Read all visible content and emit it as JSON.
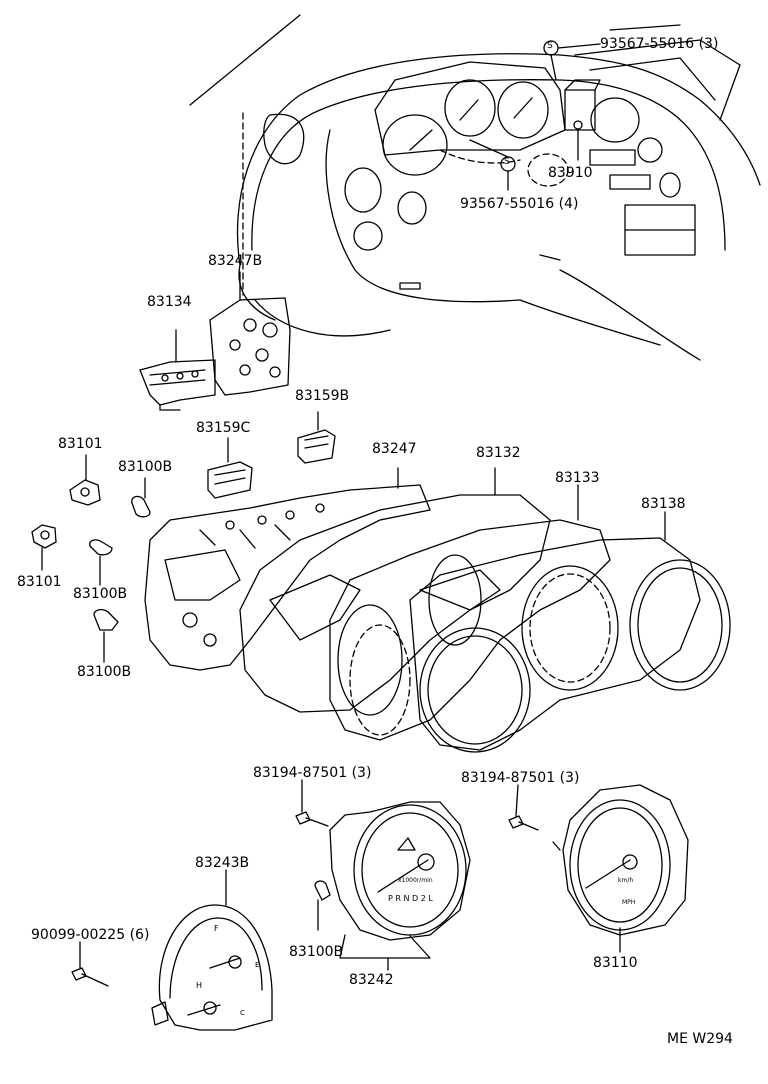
{
  "diagram": {
    "footer_code": "ME W294",
    "callouts": {
      "c1": "93567-55016 (3)",
      "c2": "83910",
      "c3": "93567-55016 (4)",
      "c4": "83247B",
      "c5": "83134",
      "c6": "83159B",
      "c7": "83159C",
      "c8": "83101",
      "c9": "83100B",
      "c10": "83247",
      "c11": "83132",
      "c12": "83133",
      "c13": "83138",
      "c14": "83101",
      "c15": "83100B",
      "c16": "83100B",
      "c17": "83194-87501 (3)",
      "c18": "83194-87501 (3)",
      "c19": "83243B",
      "c20": "90099-00225 (6)",
      "c21": "83100B",
      "c22": "83242",
      "c23": "83110"
    },
    "symbols": {
      "s_marker": "S"
    },
    "gauge_text": {
      "gear_indicator": "P R N D 2 L",
      "tach_units": "x1000r/min",
      "speed_units": "km/h",
      "mph": "MPH",
      "fuel_full": "F",
      "fuel_empty": "E",
      "temp_hot": "H",
      "temp_cold": "C"
    }
  }
}
